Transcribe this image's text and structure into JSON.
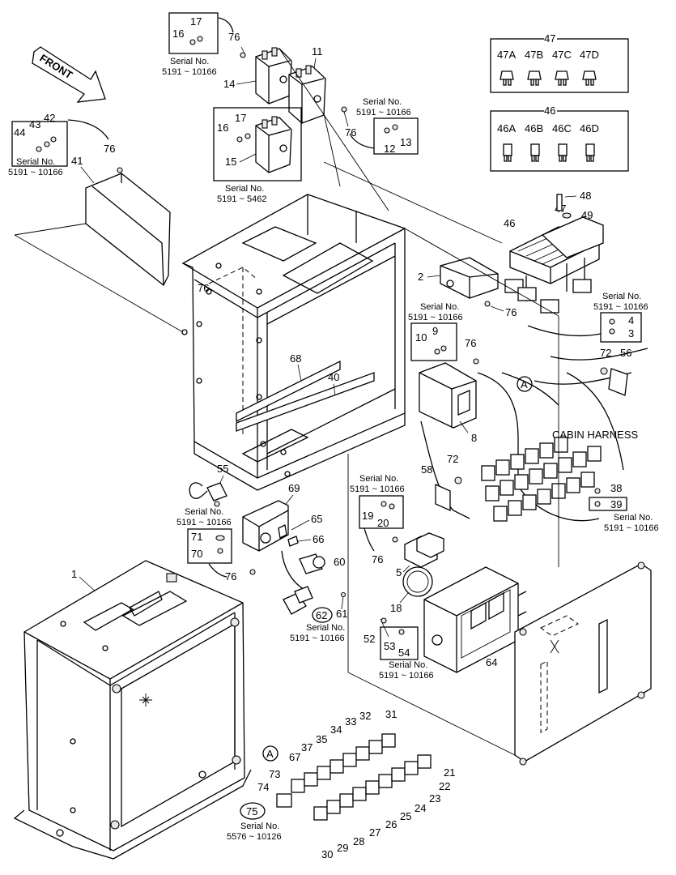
{
  "front_label": "FRONT",
  "cabin_harness": "CABIN HARNESS",
  "serial_label": "Serial No.",
  "serials": {
    "s_16_17": "5191 ~ 10166",
    "s_12_13": "5191 ~ 10166",
    "s_15": "5191 ~ 5462",
    "s_44": "5191 ~ 10166",
    "s_9_10": "5191 ~ 10166",
    "s_3_4": "5191 ~ 10166",
    "s_39": "5191 ~ 10166",
    "s_19_20": "5191 ~ 10166",
    "s_70_71": "5191 ~ 10166",
    "s_62": "5191 ~ 10166",
    "s_53_54": "5191 ~ 10166",
    "s_75": "5576 ~ 10126"
  },
  "fuse_groups": [
    {
      "label": "47",
      "items": [
        "47A",
        "47B",
        "47C",
        "47D"
      ]
    },
    {
      "label": "46",
      "items": [
        "46A",
        "46B",
        "46C",
        "46D"
      ]
    }
  ],
  "callouts": {
    "c1": "1",
    "c2": "2",
    "c3": "3",
    "c4": "4",
    "c5": "5",
    "c8": "8",
    "c9": "9",
    "c10": "10",
    "c11": "11",
    "c12": "12",
    "c13": "13",
    "c14": "14",
    "c15": "15",
    "c16a": "16",
    "c16b": "16",
    "c17a": "17",
    "c17b": "17",
    "c18": "18",
    "c19": "19",
    "c20": "20",
    "c21": "21",
    "c22": "22",
    "c23": "23",
    "c24": "24",
    "c25": "25",
    "c26": "26",
    "c27": "27",
    "c28": "28",
    "c29": "29",
    "c30": "30",
    "c31": "31",
    "c32": "32",
    "c33": "33",
    "c34": "34",
    "c35": "35",
    "c37": "37",
    "c38": "38",
    "c39": "39",
    "c40": "40",
    "c41": "41",
    "c42": "42",
    "c43": "43",
    "c44": "44",
    "c46": "46",
    "c47": "47",
    "c48": "48",
    "c49": "49",
    "c52": "52",
    "c53": "53",
    "c54": "54",
    "c55": "55",
    "c56": "56",
    "c58": "58",
    "c60": "60",
    "c61": "61",
    "c62": "62",
    "c64": "64",
    "c65": "65",
    "c66": "66",
    "c67": "67",
    "c68": "68",
    "c69": "69",
    "c70": "70",
    "c71": "71",
    "c72a": "72",
    "c72b": "72",
    "c73": "73",
    "c74": "74",
    "c75": "75",
    "c76a": "76",
    "c76b": "76",
    "c76c": "76",
    "c76d": "76",
    "c76e": "76",
    "c76f": "76",
    "c76g": "76",
    "ca1": "A",
    "ca2": "A"
  }
}
